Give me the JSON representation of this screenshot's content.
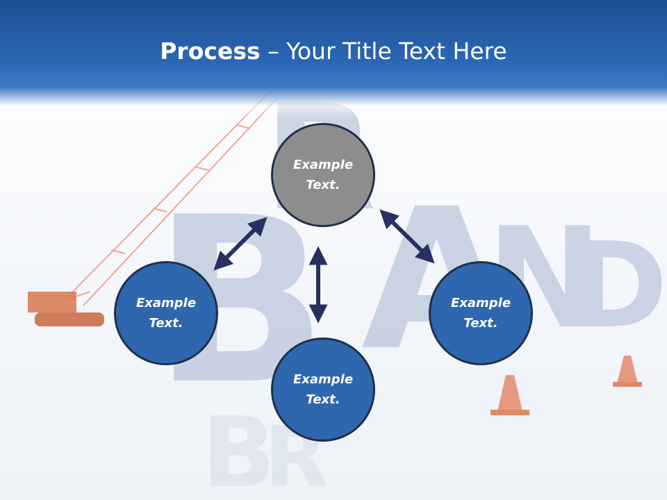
{
  "slide": {
    "title_bold": "Process",
    "title_rest": " – Your Title Text Here"
  },
  "circles": [
    {
      "line1": "Example",
      "line2": "Text."
    },
    {
      "line1": "Example",
      "line2": "Text."
    },
    {
      "line1": "Example",
      "line2": "Text."
    },
    {
      "line1": "Example",
      "line2": "Text."
    }
  ],
  "colors": {
    "header": "#2b68b6",
    "circle_blue": "#2f67ae",
    "circle_gray": "#8d8d8d",
    "arrow": "#283060"
  },
  "background_icons": [
    "crane-icon",
    "brand-letters-icon",
    "traffic-cone-icon"
  ]
}
